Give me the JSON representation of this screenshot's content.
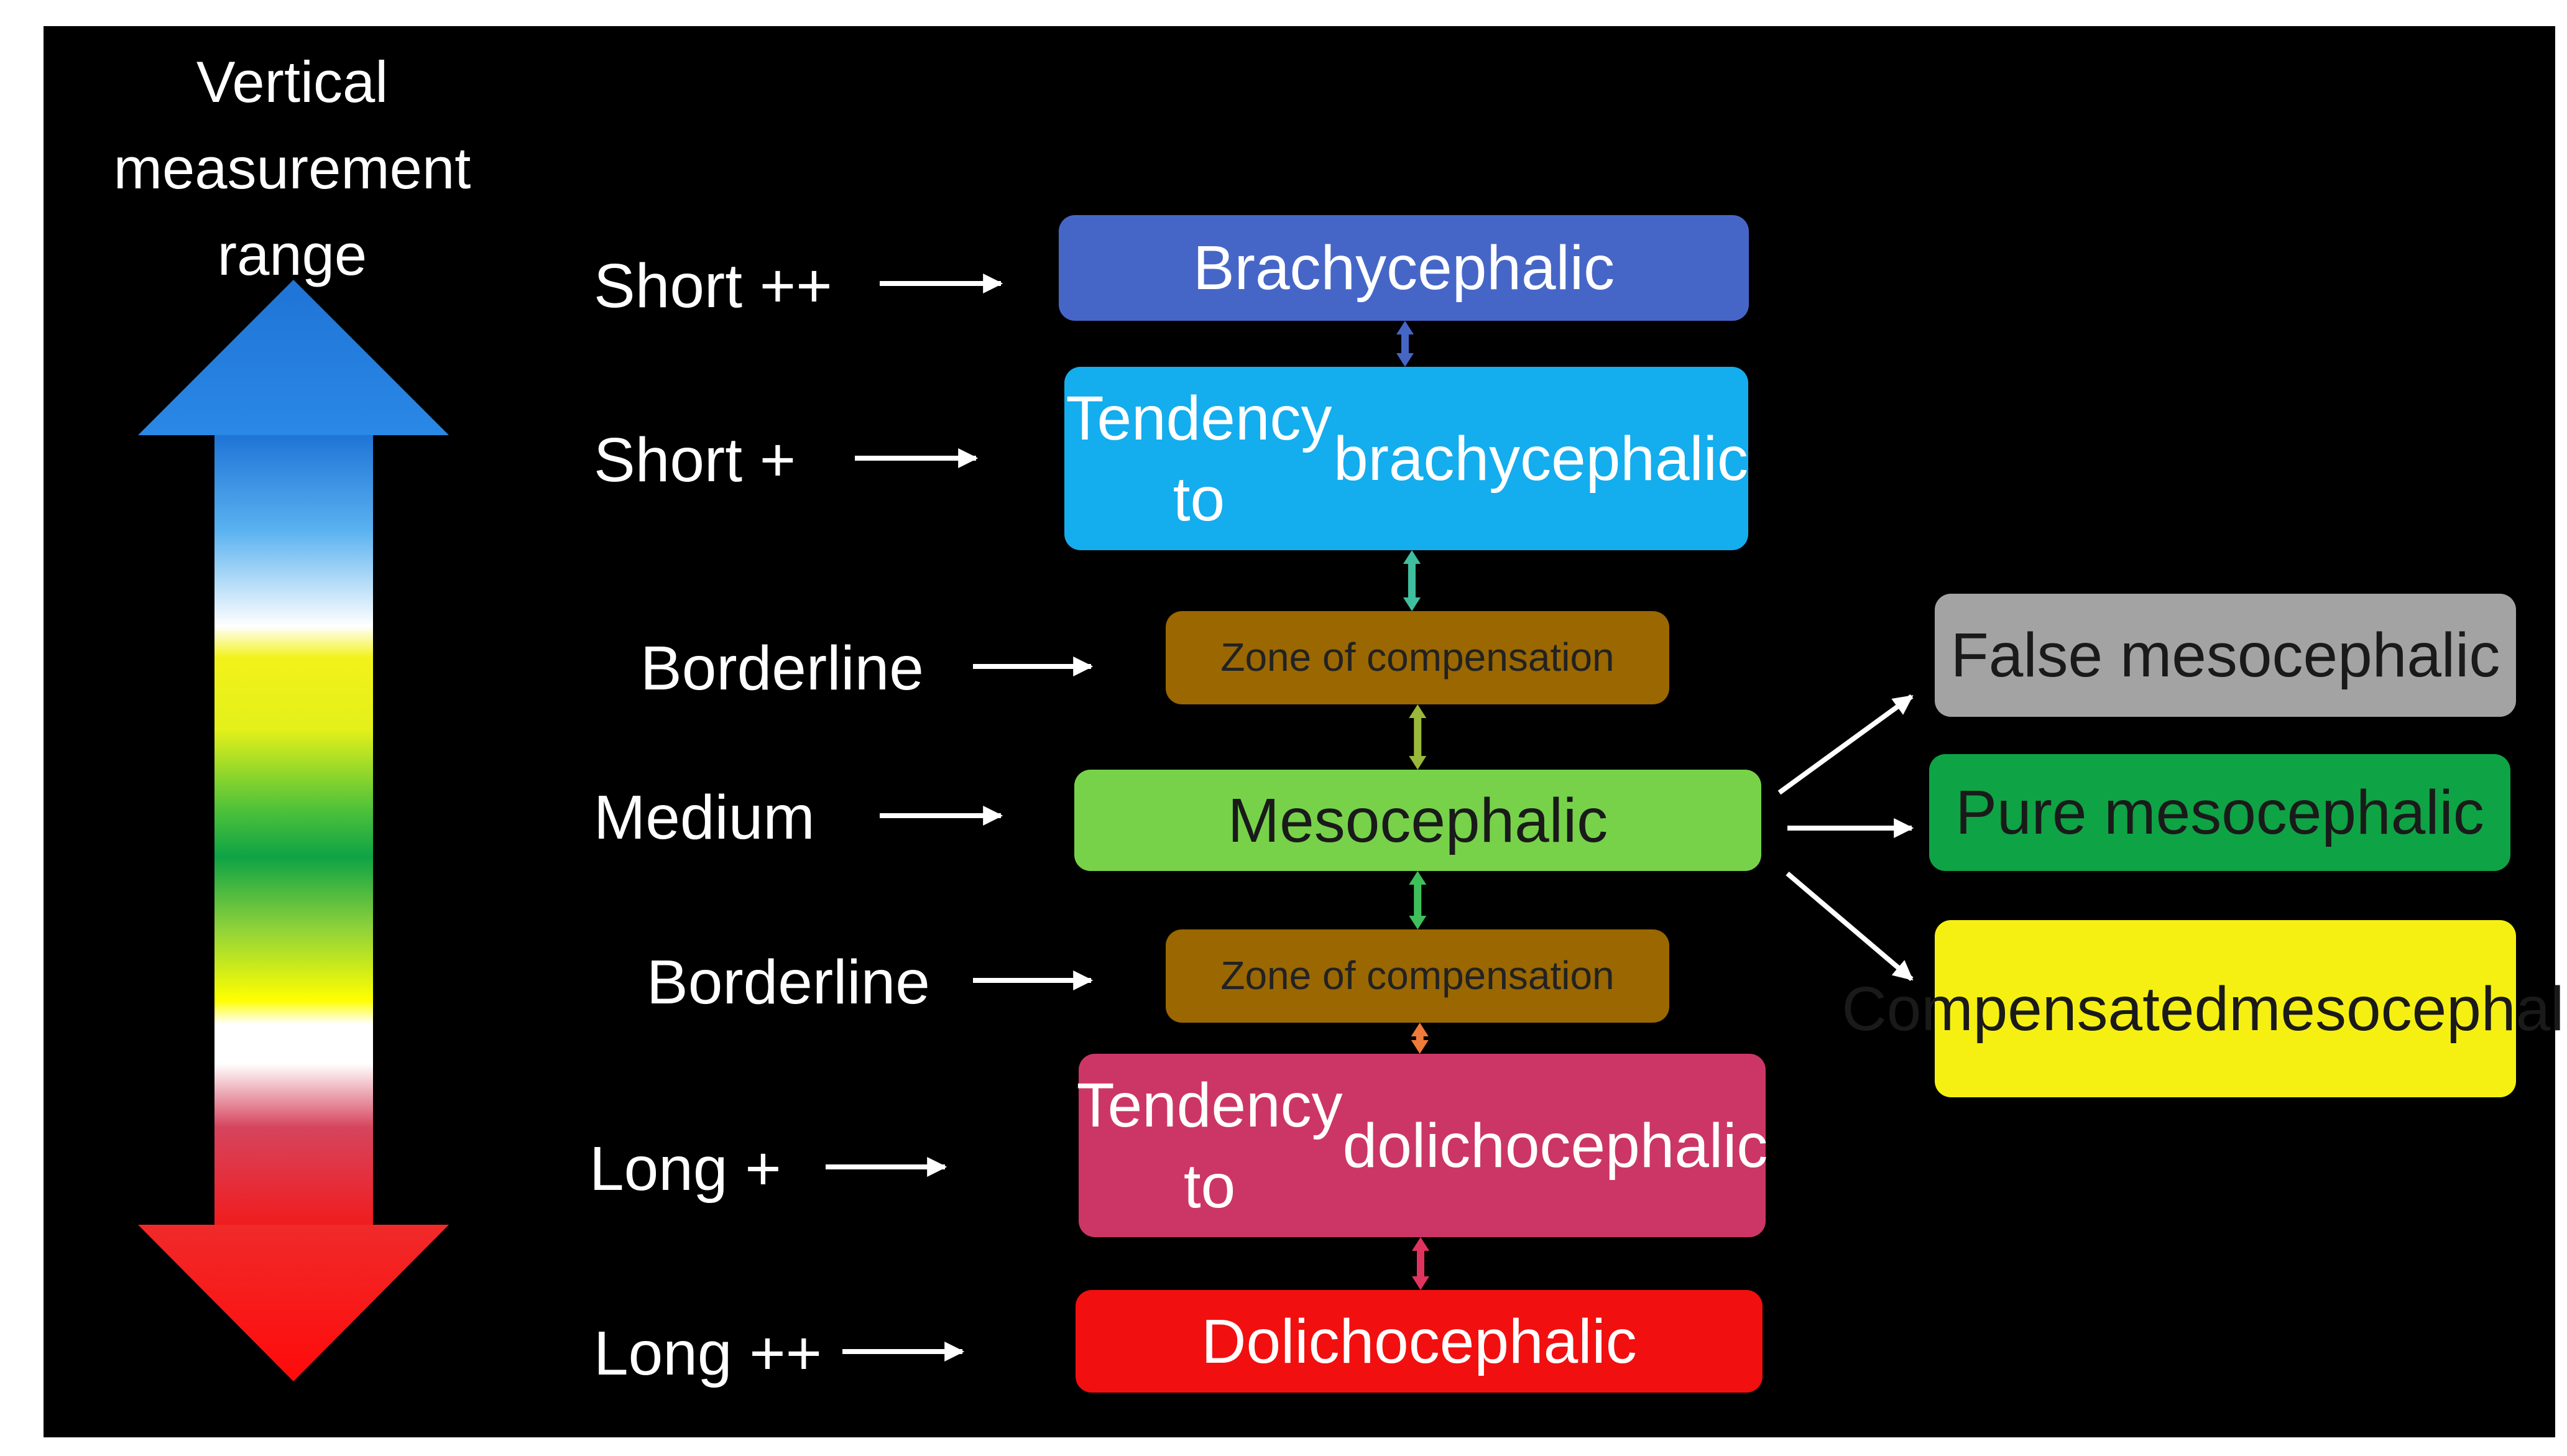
{
  "scale_title": [
    "Vertical",
    "measurement",
    "range"
  ],
  "levels": [
    {
      "label": "Short ++",
      "box": "Brachycephalic",
      "color": "#4666c7",
      "text_color": "#ffffff"
    },
    {
      "label": "Short +",
      "box": [
        "Tendency to",
        "brachycephalic"
      ],
      "color": "#14adee",
      "text_color": "#ffffff"
    },
    {
      "label": "Borderline",
      "box": "Zone of compensation",
      "color": "#9a6700",
      "text_color": "#222222"
    },
    {
      "label": "Medium",
      "box": "Mesocephalic",
      "color": "#77d24a",
      "text_color": "#1a1a1a"
    },
    {
      "label": "Borderline",
      "box": "Zone of compensation",
      "color": "#9a6700",
      "text_color": "#222222"
    },
    {
      "label": "Long +",
      "box": [
        "Tendency to",
        "dolichocephalic"
      ],
      "color": "#cc3666",
      "text_color": "#ffffff"
    },
    {
      "label": "Long ++",
      "box": "Dolichocephalic",
      "color": "#f20f0f",
      "text_color": "#ffffff"
    }
  ],
  "subtypes": [
    {
      "label": "False mesocephalic",
      "color": "#a3a3a3",
      "text_color": "#1a1a1a"
    },
    {
      "label": "Pure mesocephalic",
      "color": "#0ea345",
      "text_color": "#1a1a1a"
    },
    {
      "label": [
        "Compensated",
        "mesocephalic"
      ],
      "color": "#f5f011",
      "text_color": "#1a1a1a"
    }
  ],
  "colors": {
    "background": "#000000",
    "arrow_stroke": "#ffffff"
  }
}
